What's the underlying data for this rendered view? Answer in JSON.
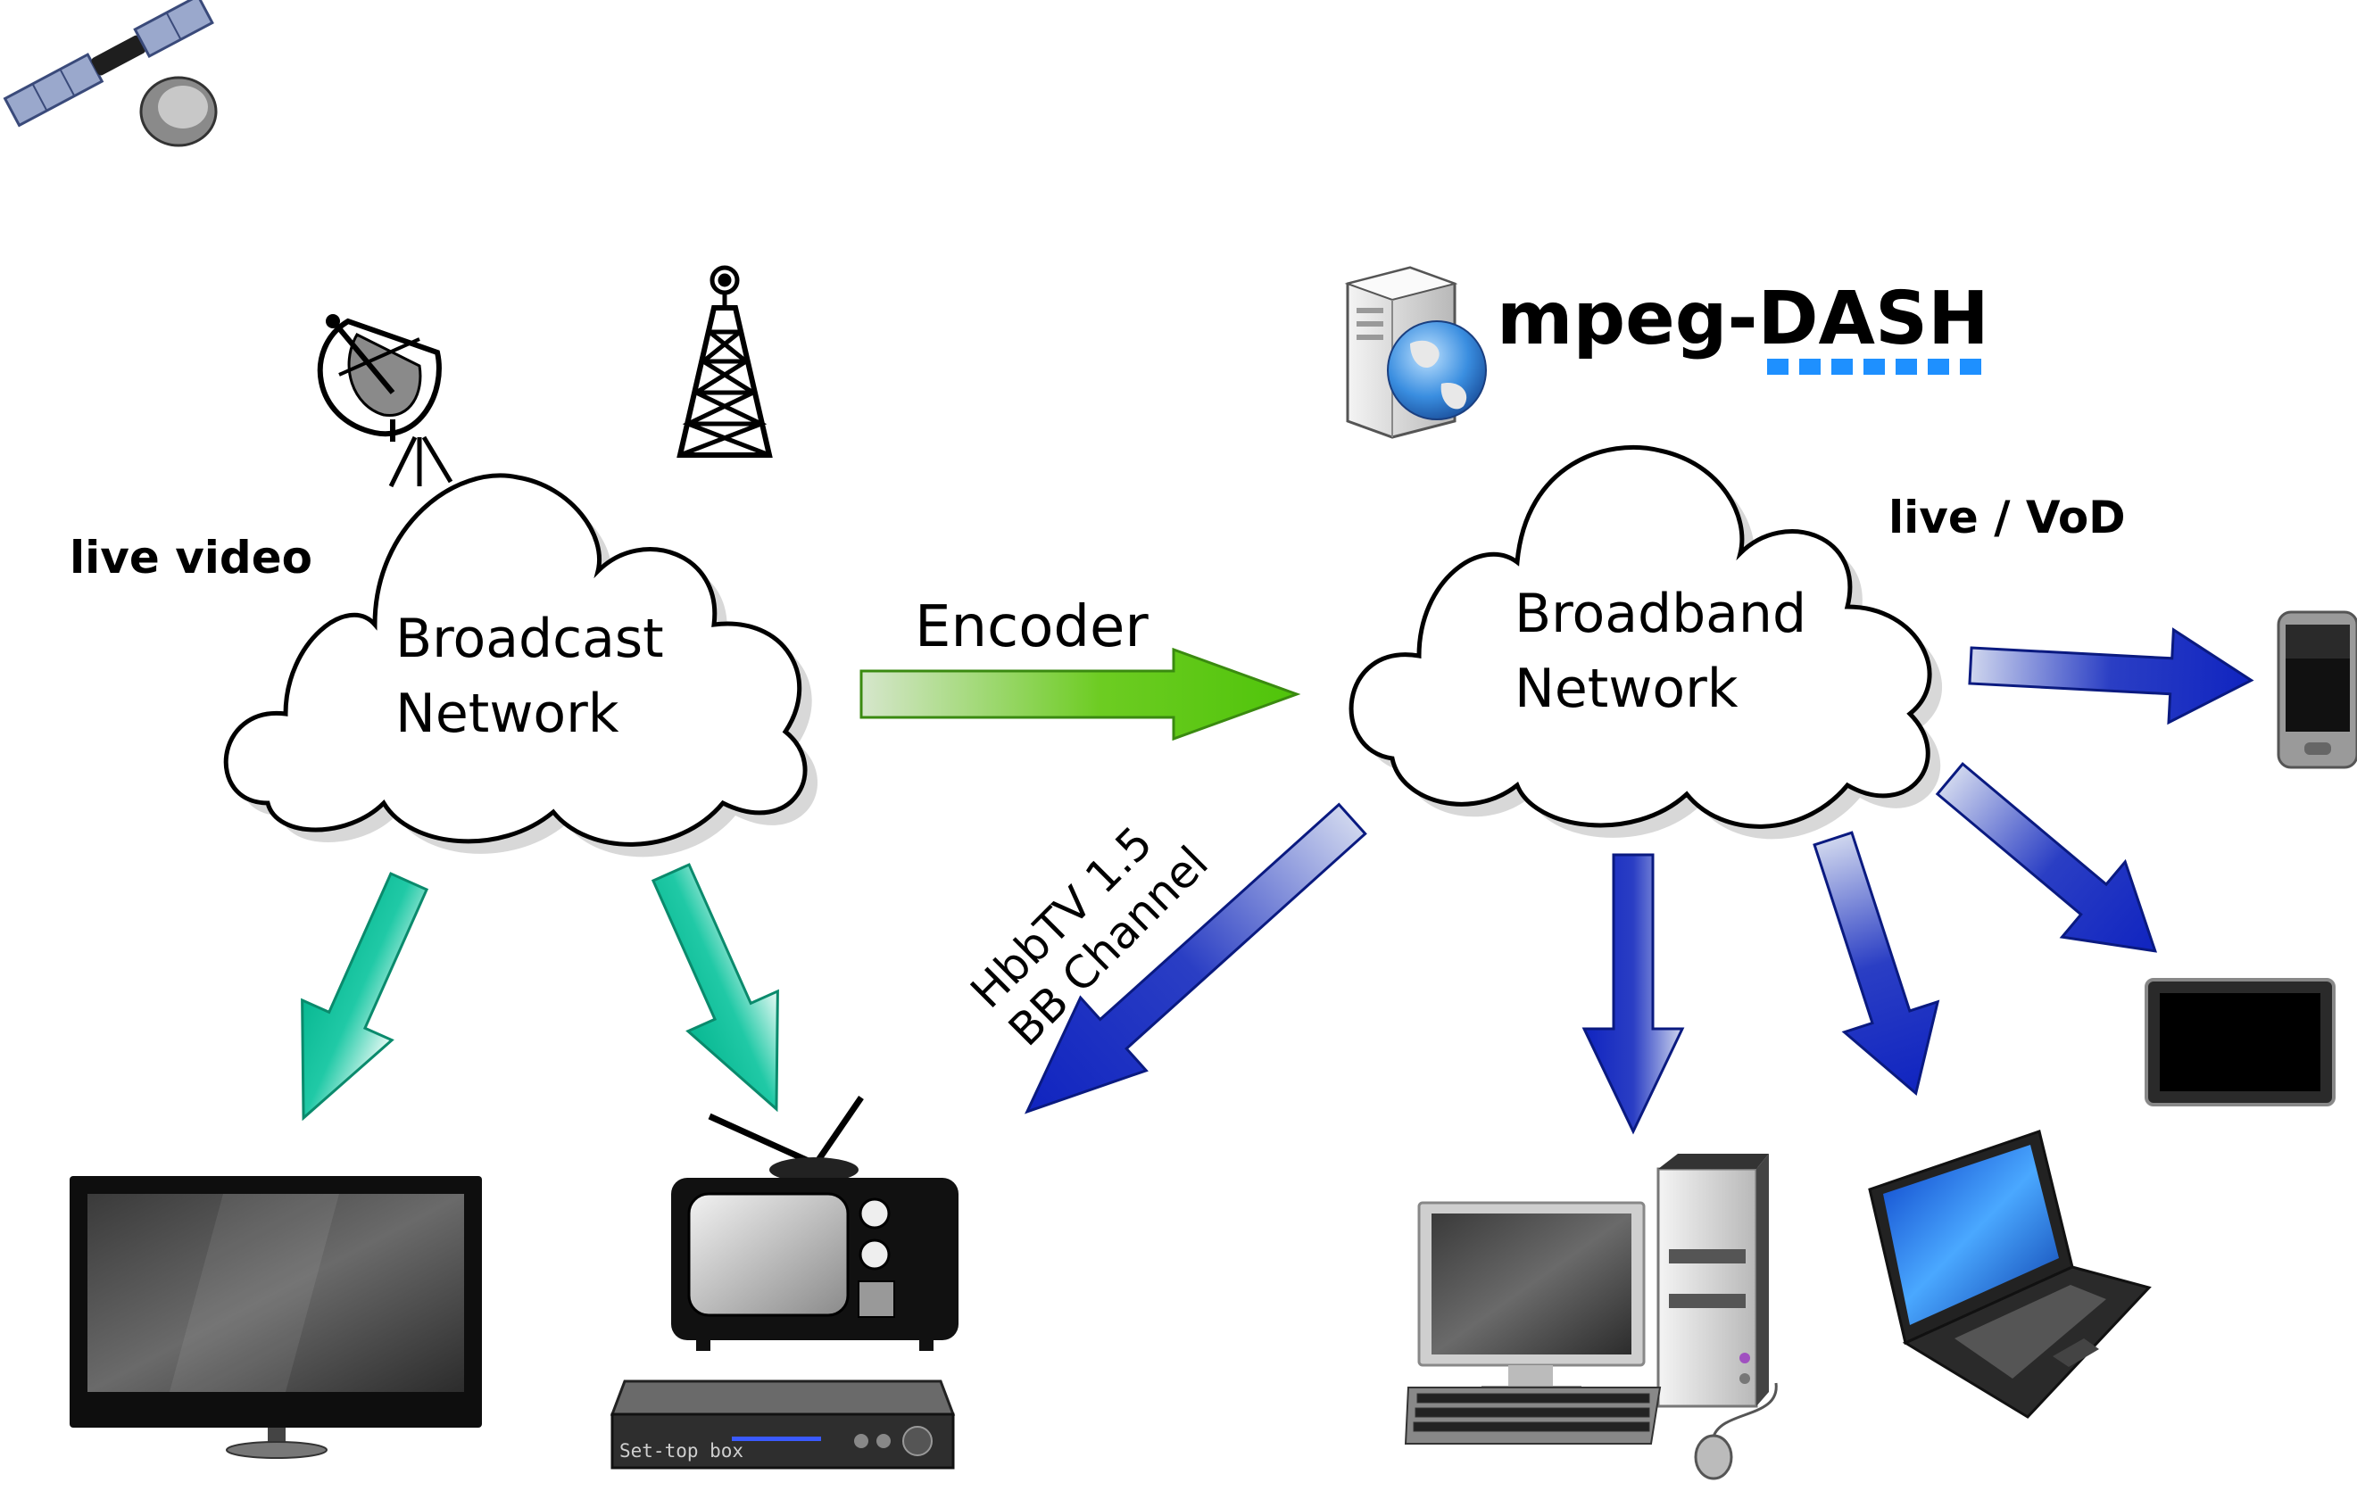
{
  "labels": {
    "live_video": "live video",
    "broadcast_line1": "Broadcast",
    "broadcast_line2": "Network",
    "encoder": "Encoder",
    "broadband_line1": "Broadband",
    "broadband_line2": "Network",
    "live_vod": "live / VoD",
    "mpeg_dash": "mpeg-DASH",
    "hbbtv_line1": "HbbTV 1.5",
    "hbbtv_line2": "BB Channel",
    "set_top_box": "Set-top box"
  },
  "icons": [
    "satellite-icon",
    "satellite-dish-icon",
    "transmission-tower-icon",
    "web-server-icon",
    "flat-tv-icon",
    "retro-tv-icon",
    "set-top-box-icon",
    "desktop-computer-icon",
    "laptop-icon",
    "tablet-icon",
    "smartphone-icon"
  ],
  "colors": {
    "broadcast_arrow": "#10c8a0",
    "encoder_arrow": "#5cc814",
    "broadband_arrow": "#1428c0",
    "dash_accent": "#1e90ff",
    "cloud_fill": "#ffffff",
    "cloud_stroke": "#000000"
  }
}
